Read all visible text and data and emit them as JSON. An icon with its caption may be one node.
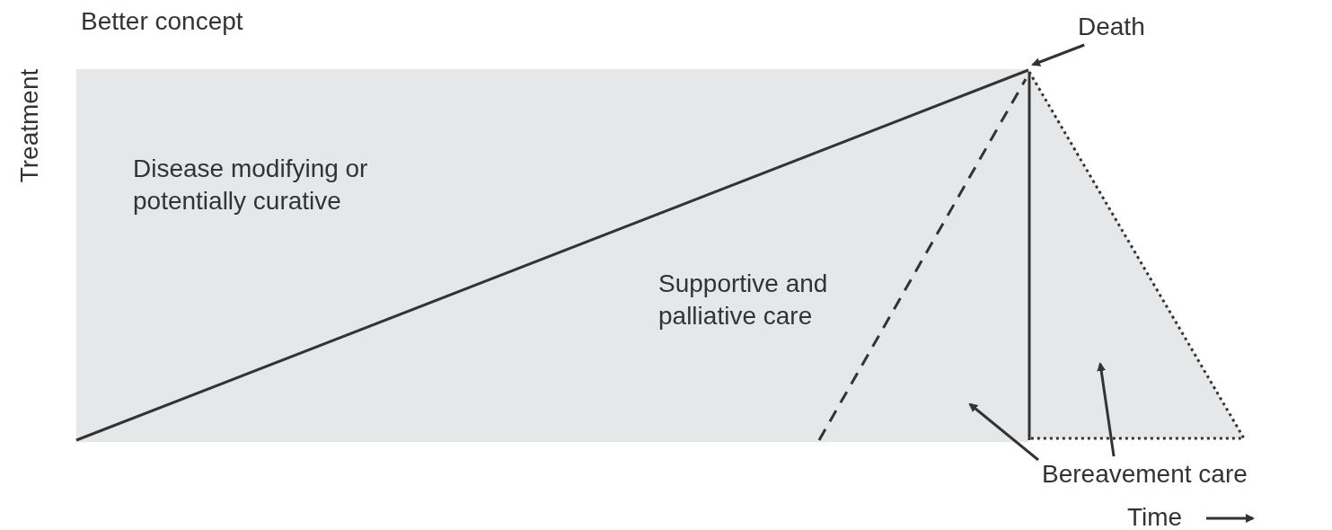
{
  "diagram": {
    "title": "Better concept",
    "nodes": [
      {
        "text": [
          "Death"
        ]
      },
      {
        "text": [
          "Bereavement care"
        ]
      }
    ],
    "edges": [
      {
        "from": 0,
        "to": null,
        "arrow": "to"
      },
      {
        "from": 1,
        "to": null,
        "arrow": "to"
      },
      {
        "from": 1,
        "to": null,
        "arrow": "to"
      }
    ],
    "labels": [
      "Treatment",
      "Disease modifying or potentially curative",
      "Supportive and palliative care",
      "Time"
    ]
  }
}
